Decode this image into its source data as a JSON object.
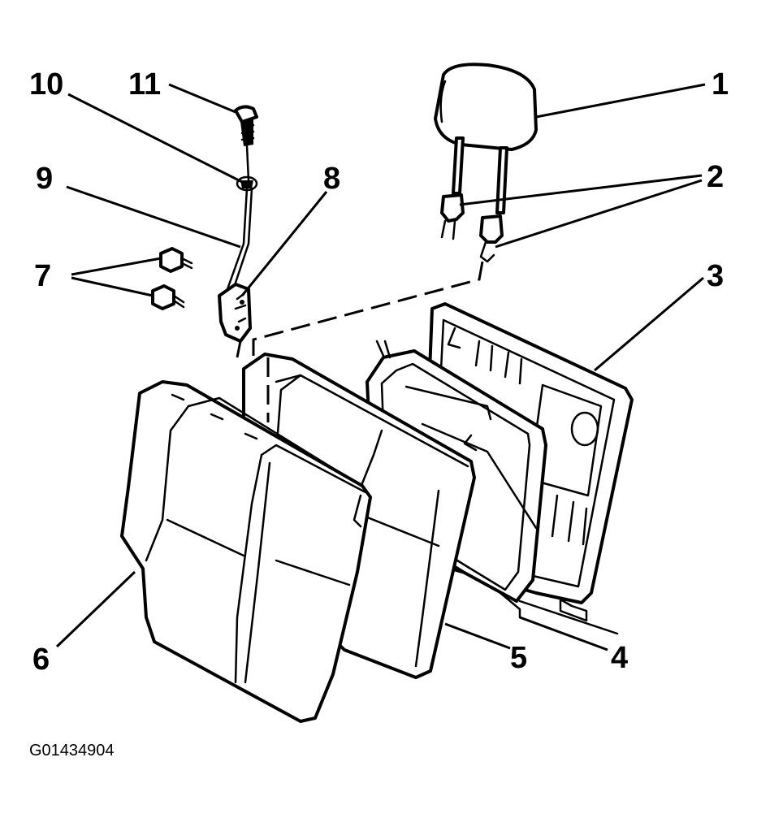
{
  "callouts": {
    "c1": "1",
    "c2": "2",
    "c3": "3",
    "c4": "4",
    "c5": "5",
    "c6": "6",
    "c7": "7",
    "c8": "8",
    "c9": "9",
    "c10": "10",
    "c11": "11"
  },
  "figure_id": "G01434904"
}
